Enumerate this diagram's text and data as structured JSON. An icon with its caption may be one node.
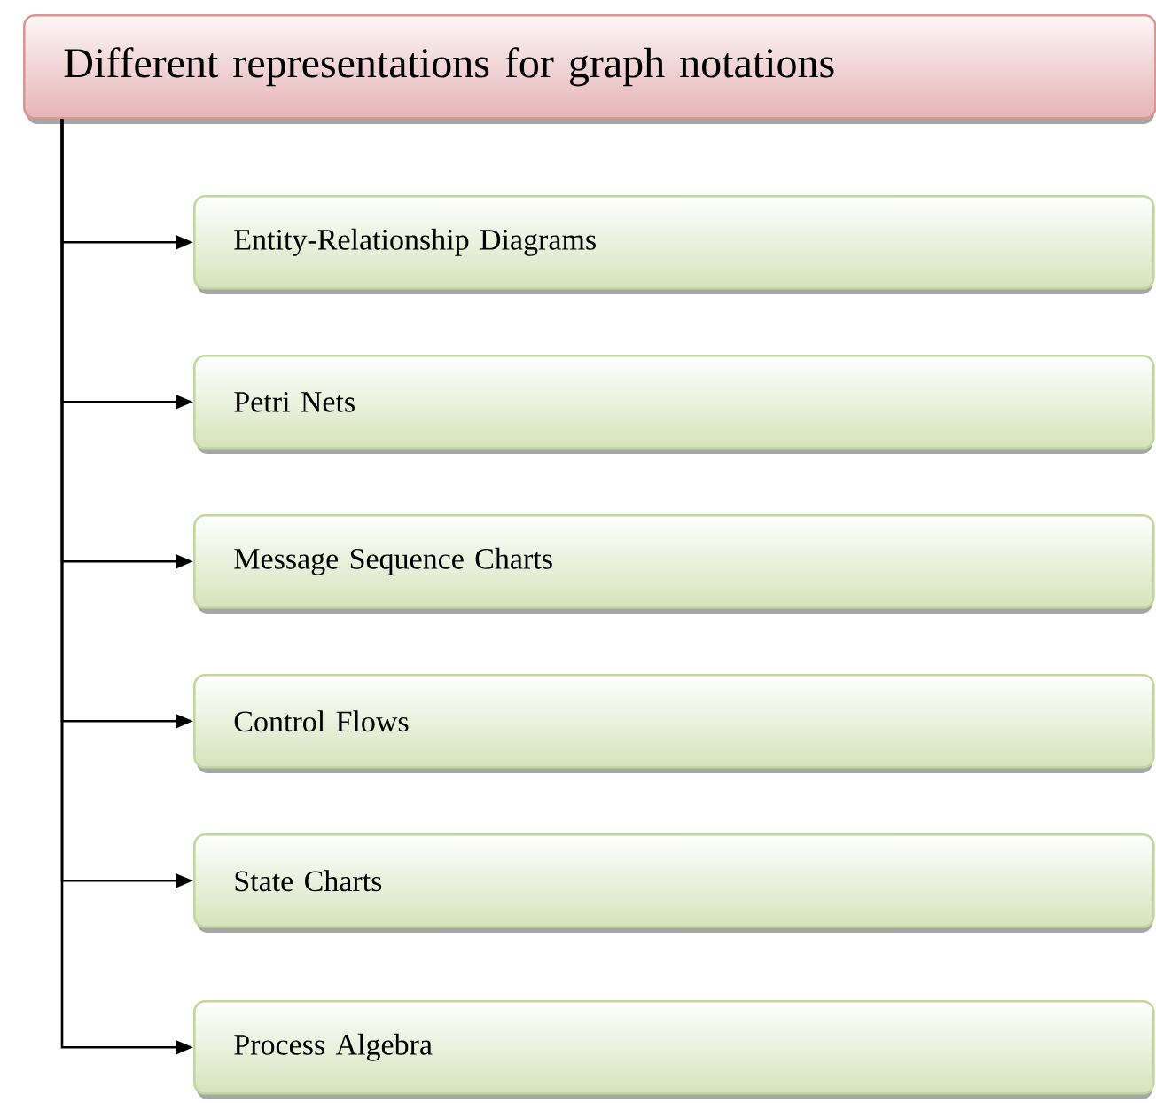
{
  "diagram": {
    "nodes": [
      {
        "text": [
          "Different representations for graph notations"
        ]
      },
      {
        "text": [
          "Entity-Relationship Diagrams"
        ]
      },
      {
        "text": [
          "Petri Nets"
        ]
      },
      {
        "text": [
          "Message Sequence Charts"
        ]
      },
      {
        "text": [
          "Control Flows"
        ]
      },
      {
        "text": [
          "State Charts"
        ]
      },
      {
        "text": [
          "Process Algebra"
        ]
      }
    ],
    "edges": [
      {
        "from": 0,
        "to": 1,
        "arrow": "to"
      },
      {
        "from": 0,
        "to": 2,
        "arrow": "to"
      },
      {
        "from": 0,
        "to": 3,
        "arrow": "to"
      },
      {
        "from": 0,
        "to": 4,
        "arrow": "to"
      },
      {
        "from": 0,
        "to": 5,
        "arrow": "to"
      },
      {
        "from": 0,
        "to": 6,
        "arrow": "to"
      }
    ]
  }
}
